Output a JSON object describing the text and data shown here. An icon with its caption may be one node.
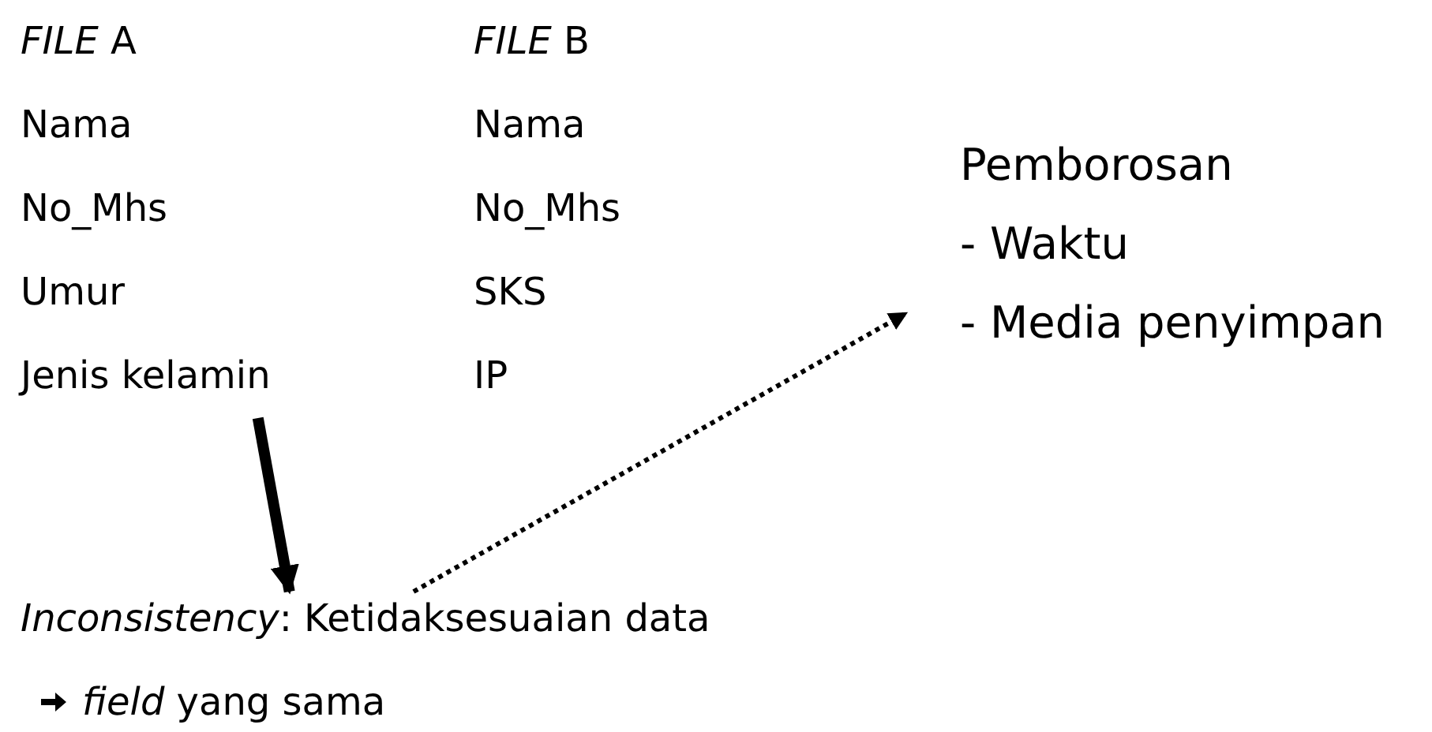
{
  "diagram": {
    "nodes": [
      {
        "text": [
          "*FILE* A",
          "Nama",
          "No_Mhs",
          "Umur",
          "Jenis kelamin"
        ]
      },
      {
        "text": [
          "*Inconsistency*: Ketidaksesuaian data"
        ]
      },
      {
        "text": [
          "Pemborosan",
          "- Waktu",
          "- Media penyimpan"
        ]
      }
    ],
    "edges": [
      {
        "from": 0,
        "to": 1,
        "arrow": "to",
        "style": "thick"
      },
      {
        "from": 1,
        "to": 2,
        "arrow": "to",
        "style": "dashed"
      }
    ],
    "labels": [
      "*FILE* B",
      "Nama",
      "No_Mhs",
      "SKS",
      "IP",
      "*field* yang sama"
    ]
  }
}
